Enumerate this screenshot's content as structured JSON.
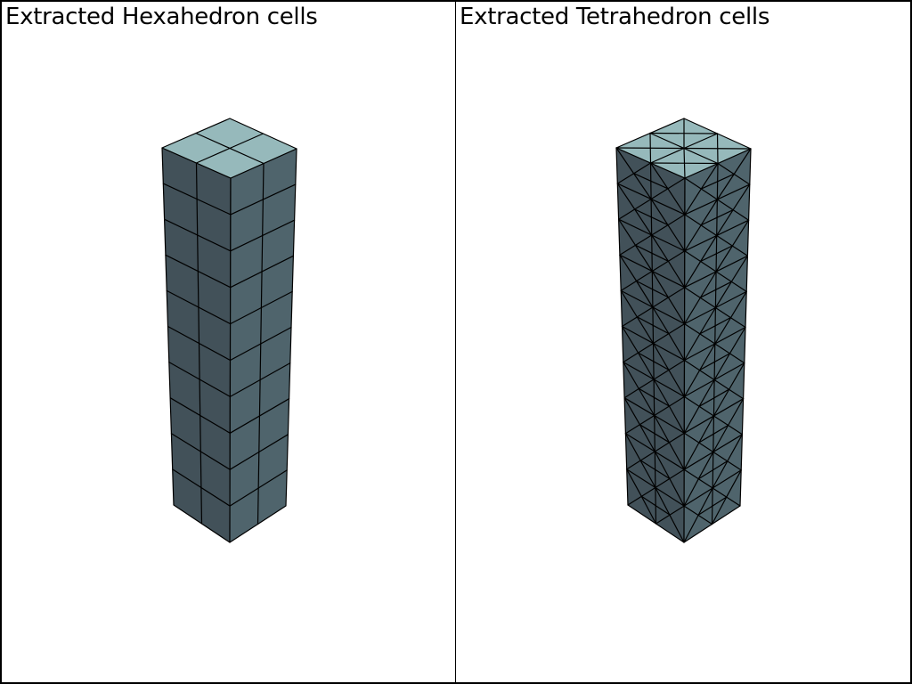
{
  "viewports": [
    {
      "title": "Extracted Hexahedron cells",
      "cell_type": "hexahedron"
    },
    {
      "title": "Extracted Tetrahedron cells",
      "cell_type": "tetrahedron"
    }
  ],
  "colors": {
    "top_face": "#96b9bb",
    "left_face": "#425159",
    "right_face": "#4f646c",
    "edge": "#000000",
    "background": "#ffffff"
  },
  "mesh": {
    "columns": 2,
    "rows": 2,
    "layers": 10
  }
}
